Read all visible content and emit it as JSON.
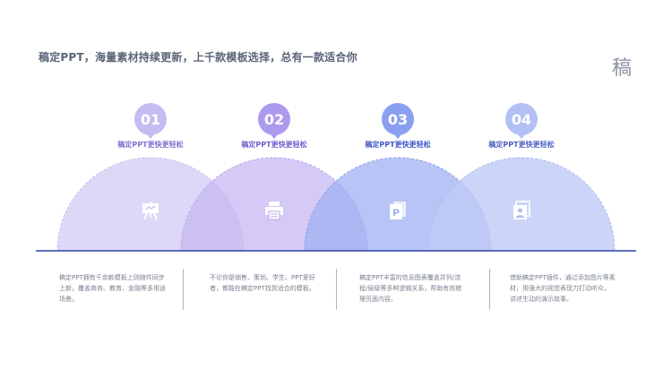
{
  "header": {
    "title": "稿定PPT，海量素材持续更新，上千款模板选择，总有一款适合你",
    "brand_mark": "稿"
  },
  "steps": [
    {
      "number": "01",
      "label": "稿定PPT更快更轻松",
      "icon": "easel-icon",
      "description": "稿定PPT拥有千余款模板上则随件同步上新，覆盖商务、教育、金融等多用途场景。",
      "color": "#d5cff5",
      "badge_color": "#c3b8f2",
      "label_color": "#8b7fd6"
    },
    {
      "number": "02",
      "label": "稿定PPT更快更轻松",
      "icon": "printer-icon",
      "description": "不论你是销售、策划、学生、PPT爱好者，都能在稿定PPT找到适合的模板。",
      "color": "#c4b8f0",
      "badge_color": "#ad9bee",
      "label_color": "#7a68d3"
    },
    {
      "number": "03",
      "label": "稿定PPT更快更轻松",
      "icon": "ppt-file-icon",
      "description": "稿定PPT丰富的信息图表覆盖并列/流程/层级等多种逻辑关系，帮助有效梳理页面内容。",
      "color": "#a9b7f4",
      "badge_color": "#8fa2f0",
      "label_color": "#4a5fcf"
    },
    {
      "number": "04",
      "label": "稿定PPT更快更轻松",
      "icon": "picture-icon",
      "description": "借助稿定PPT插件，通过添加图片等素材，用强大的视觉表现力打动听众，讲述生动的演示故事。",
      "color": "#c8d2f7",
      "badge_color": "#b4c2f5",
      "label_color": "#5566c8"
    }
  ],
  "colors": {
    "baseline": "#2d43a8",
    "text": "#5b6478"
  }
}
